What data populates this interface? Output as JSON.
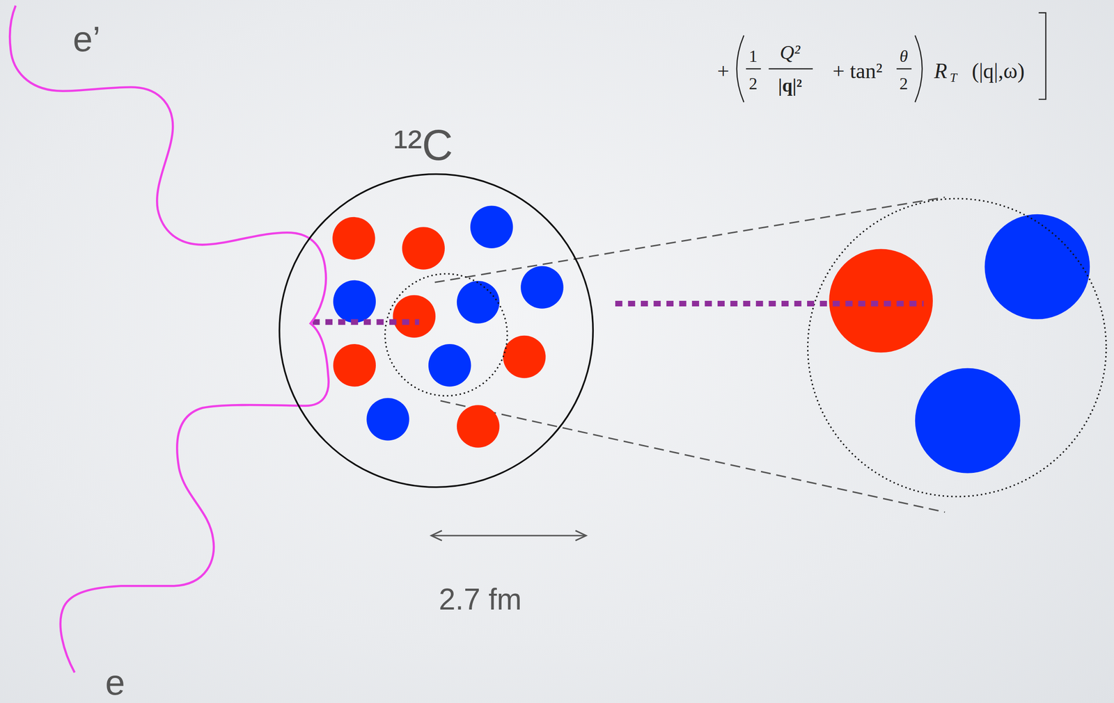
{
  "diagram": {
    "nodes": [
      {
        "text": [
          "¹²C"
        ]
      }
    ],
    "labels": [
      "e’",
      "e",
      "2.7 fm",
      "+",
      "1",
      "2",
      "Q²",
      "|q|²",
      "+ tan²",
      "θ",
      "2",
      "R",
      "T",
      "(|q|,ω)"
    ]
  }
}
